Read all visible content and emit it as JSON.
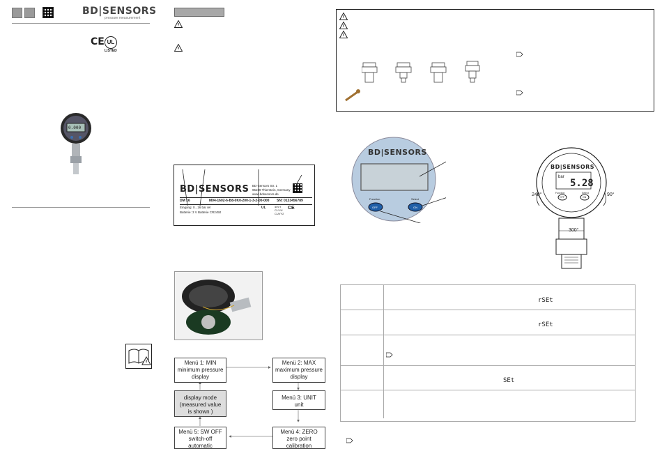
{
  "header": {
    "brand_main": "BD|SENSORS",
    "brand_sub": "pressure measurement"
  },
  "certifications": {
    "ce": "CE",
    "ul": "UL",
    "ul_note": "LISTED"
  },
  "device_label": {
    "logo": "BD|SENSORS",
    "company_lines": [
      "BD-Sensors Str. 1",
      "95199 Thierstein, Germany",
      "www.bdsensors.de"
    ],
    "model": "DM 16",
    "order_code": "M04-1602-6-B8-0K0-200-1-3-2-00-000",
    "serial": "SN: 0123456789",
    "range": "Eingang: 0...16 bar rel",
    "battery": "Batterie:  3 V Batterie CR2450",
    "mark_a": "40VT",
    "mark_b": "CLY/U",
    "mark_c": "CUVY2",
    "ul_mark": "UL",
    "ce_mark": "CE"
  },
  "front_panel": {
    "logo": "BD|SENSORS",
    "left_label": "Function",
    "left_button": "OFF",
    "right_label": "Select",
    "right_button": "ON"
  },
  "gauge_right": {
    "logo": "BD|SENSORS",
    "unit": "bar",
    "reading": "5.28",
    "angle_left": "240°",
    "angle_right": "90°",
    "angle_bottom": "300°",
    "btn_left": "OFF",
    "btn_right": "ON",
    "label_left": "Function",
    "label_right": "Select"
  },
  "gauge_left": {
    "reading": "0.000"
  },
  "flow": {
    "menu1": [
      "Menü 1: MIN",
      "minimum pressure",
      "display"
    ],
    "menu2": [
      "Menü 2: MAX",
      "maximum pressure",
      "display"
    ],
    "menu3": [
      "Menü 3: UNIT",
      "unit"
    ],
    "menu4": [
      "Menü 4: ZERO",
      "zero point",
      "calibration"
    ],
    "menu5": [
      "Menü 5: SW OFF",
      "switch-off",
      "automatic"
    ],
    "display": [
      "display mode",
      "(measured value",
      "is shown )"
    ]
  },
  "table": {
    "row1_code": "rSEt",
    "row2_code": "rSEt",
    "row4_code": "SEt"
  },
  "colors": {
    "panel_blue": "#b8cce0",
    "button_blue": "#1f5fa8",
    "lcd_grey": "#c8d2d8"
  },
  "icons": {
    "warning": "warning-icon",
    "reference": "hand-pointer-icon",
    "manual": "manual-book-icon"
  }
}
